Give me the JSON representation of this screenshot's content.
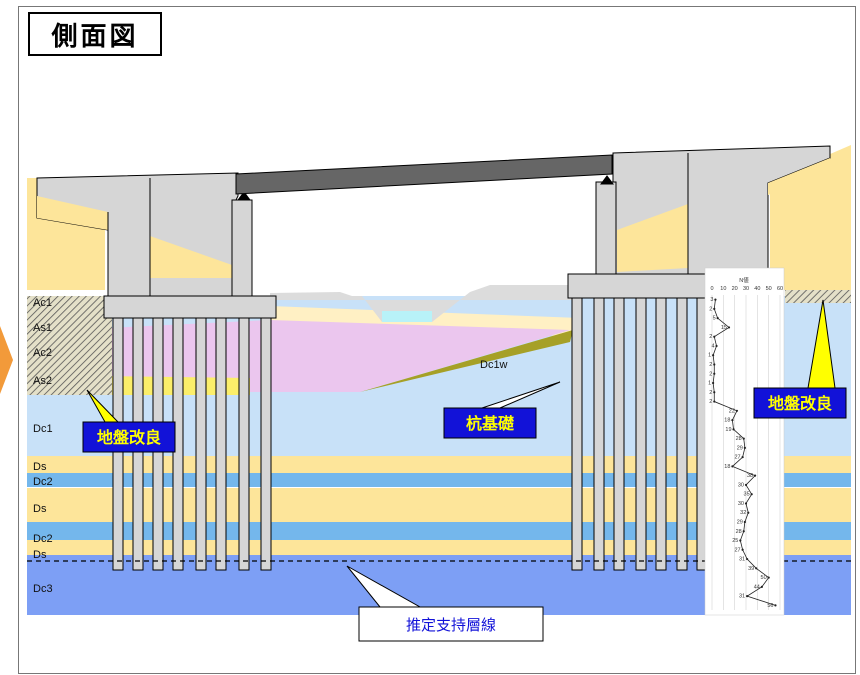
{
  "title": "側面図",
  "layers": [
    {
      "name": "Ac1"
    },
    {
      "name": "As1"
    },
    {
      "name": "Ac2"
    },
    {
      "name": "As2"
    },
    {
      "name": "Dc1"
    },
    {
      "name": "Ds"
    },
    {
      "name": "Dc2"
    },
    {
      "name": "Ds"
    },
    {
      "name": "Dc2"
    },
    {
      "name": "Ds"
    },
    {
      "name": "Dc3"
    }
  ],
  "dc1w_label": "Dc1w",
  "callouts": {
    "ground_improvement_left": "地盤改良",
    "ground_improvement_right": "地盤改良",
    "pile_foundation": "杭基礎",
    "bearing_layer_line": "推定支持層線"
  },
  "n_value_chart": {
    "title": "N値",
    "axis_ticks": [
      "0",
      "10",
      "20",
      "30",
      "40",
      "50",
      "60"
    ],
    "values": [
      3,
      2,
      5,
      15,
      2,
      4,
      1,
      2,
      2,
      1,
      2,
      2,
      22,
      18,
      19,
      28,
      29,
      27,
      18,
      38,
      30,
      35,
      30,
      32,
      29,
      28,
      25,
      27,
      31,
      39,
      50,
      44,
      31,
      56
    ]
  },
  "colors": {
    "sand": "#fde59a",
    "clay_light": "#c8e1f8",
    "clay_mid": "#74b7ec",
    "clay_deep": "#7d9ff5",
    "pink": "#ebc6ee",
    "callout": "#1212d8",
    "callout_text": "#ffff00"
  }
}
